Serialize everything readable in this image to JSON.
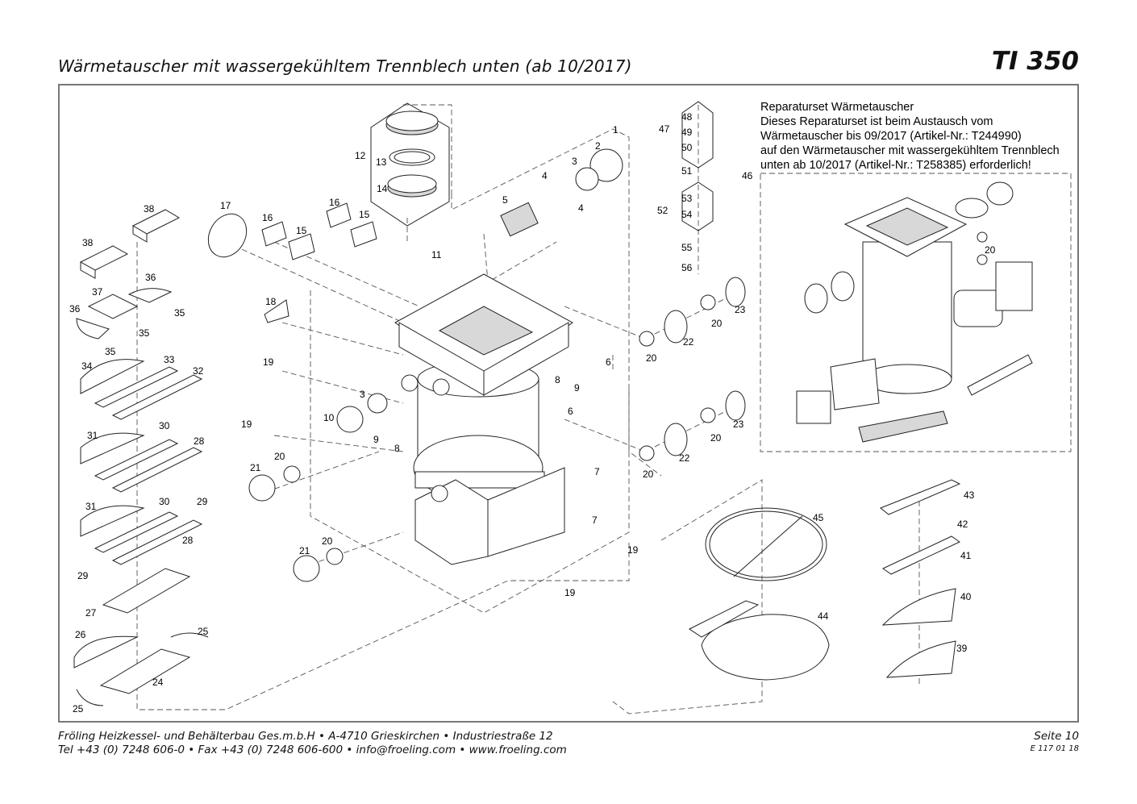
{
  "header": {
    "title": "Wärmetauscher mit wassergekühltem Trennblech unten (ab 10/2017)",
    "model": "TI 350"
  },
  "note": {
    "lines": [
      "Reparaturset Wärmetauscher",
      "Dieses Reparaturset ist beim Austausch vom",
      "Wärmetauscher bis 09/2017 (Artikel-Nr.: T244990)",
      "auf den Wärmetauscher mit wassergekühltem Trennblech",
      "unten ab 10/2017 (Artikel-Nr.: T258385) erforderlich!"
    ]
  },
  "callouts": {
    "c1": "1",
    "c2": "2",
    "c3a": "3",
    "c3b": "3",
    "c4a": "4",
    "c4b": "4",
    "c5": "5",
    "c6a": "6",
    "c6b": "6",
    "c7a": "7",
    "c7b": "7",
    "c8a": "8",
    "c8b": "8",
    "c9a": "9",
    "c9b": "9",
    "c10": "10",
    "c11": "11",
    "c12": "12",
    "c13": "13",
    "c14": "14",
    "c15a": "15",
    "c15b": "15",
    "c16a": "16",
    "c16b": "16",
    "c17": "17",
    "c18": "18",
    "c19a": "19",
    "c19b": "19",
    "c19c": "19",
    "c19d": "19",
    "c20a": "20",
    "c20b": "20",
    "c20c": "20",
    "c20d": "20",
    "c20e": "20",
    "c20f": "20",
    "c20g": "20",
    "c21a": "21",
    "c21b": "21",
    "c22a": "22",
    "c22b": "22",
    "c23a": "23",
    "c23b": "23",
    "c24": "24",
    "c25a": "25",
    "c25b": "25",
    "c26": "26",
    "c27": "27",
    "c28a": "28",
    "c28b": "28",
    "c29a": "29",
    "c29b": "29",
    "c30a": "30",
    "c30b": "30",
    "c31a": "31",
    "c31b": "31",
    "c32": "32",
    "c33": "33",
    "c34": "34",
    "c35a": "35",
    "c35b": "35",
    "c35c": "35",
    "c36a": "36",
    "c36b": "36",
    "c37": "37",
    "c38a": "38",
    "c38b": "38",
    "c39": "39",
    "c40": "40",
    "c41": "41",
    "c42": "42",
    "c43": "43",
    "c44": "44",
    "c45": "45",
    "c46": "46",
    "c47": "47",
    "c48": "48",
    "c49": "49",
    "c50": "50",
    "c51": "51",
    "c52": "52",
    "c53": "53",
    "c54": "54",
    "c55": "55",
    "c56": "56"
  },
  "footer": {
    "line1": "Fröling Heizkessel- und Behälterbau Ges.m.b.H   •  A-4710 Grieskirchen   •  Industriestraße 12",
    "line2": "Tel +43 (0) 7248 606-0   •  Fax +43 (0) 7248 606-600   •  info@froeling.com   •  www.froeling.com",
    "page": "Seite 10",
    "code": "E 117 01 18"
  }
}
